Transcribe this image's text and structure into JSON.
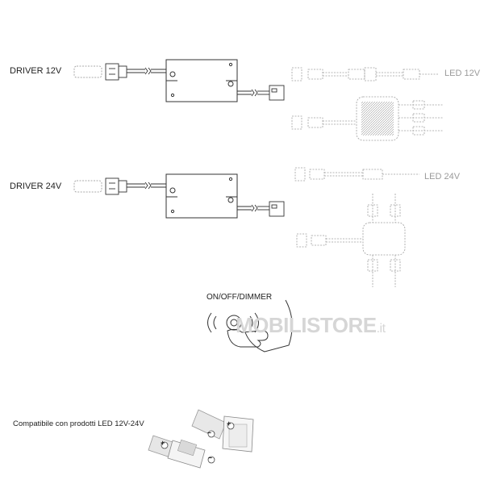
{
  "labels": {
    "driver_12v": "DRIVER 12V",
    "driver_24v": "DRIVER 24V",
    "led_12v": "LED 12V",
    "led_24v": "LED 24V",
    "dimmer": "ON/OFF/DIMMER",
    "compatible": "Compatibile con prodotti LED 12V-24V"
  },
  "watermark": {
    "brand": "MOBILISTORE",
    "suffix": ".it"
  },
  "symbols": {
    "plus": "+",
    "minus": "–"
  },
  "colors": {
    "line": "#333333",
    "faint": "#a0a0a0",
    "watermark": "#d6d6d6"
  }
}
